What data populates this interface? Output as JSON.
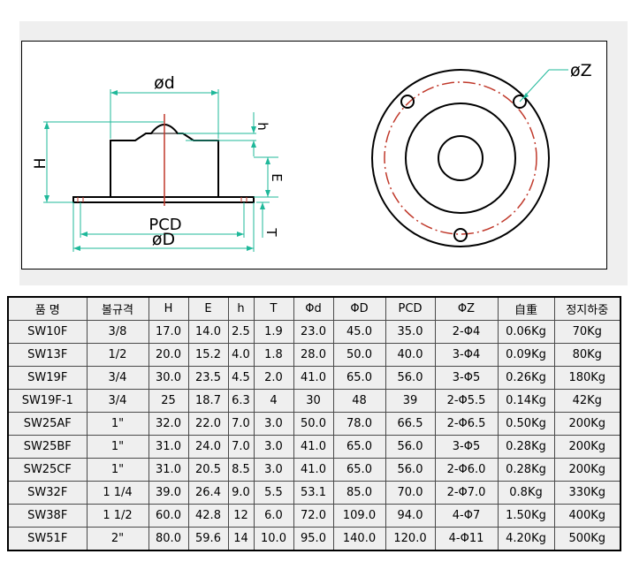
{
  "drawing": {
    "side_labels": {
      "d": "ød",
      "h_lower": "h",
      "H": "H",
      "E": "E",
      "PCD": "PCD",
      "D": "øD",
      "T": "T"
    },
    "top_labels": {
      "Z": "øZ"
    },
    "colors": {
      "dimension": "#1fb89a",
      "center": "#c0392b",
      "outline": "#000000",
      "holes": "#c0392b"
    }
  },
  "table": {
    "headers": [
      "품 명",
      "볼규격",
      "H",
      "E",
      "h",
      "T",
      "Φd",
      "ΦD",
      "PCD",
      "ΦZ",
      "自重",
      "정지하중"
    ],
    "rows": [
      [
        "SW10F",
        "3/8",
        "17.0",
        "14.0",
        "2.5",
        "1.9",
        "23.0",
        "45.0",
        "35.0",
        "2-Φ4",
        "0.06Kg",
        "70Kg"
      ],
      [
        "SW13F",
        "1/2",
        "20.0",
        "15.2",
        "4.0",
        "1.8",
        "28.0",
        "50.0",
        "40.0",
        "3-Φ4",
        "0.09Kg",
        "80Kg"
      ],
      [
        "SW19F",
        "3/4",
        "30.0",
        "23.5",
        "4.5",
        "2.0",
        "41.0",
        "65.0",
        "56.0",
        "3-Φ5",
        "0.26Kg",
        "180Kg"
      ],
      [
        "SW19F-1",
        "3/4",
        "25",
        "18.7",
        "6.3",
        "4",
        "30",
        "48",
        "39",
        "2-Φ5.5",
        "0.14Kg",
        "42Kg"
      ],
      [
        "SW25AF",
        "1\"",
        "32.0",
        "22.0",
        "7.0",
        "3.0",
        "50.0",
        "78.0",
        "66.5",
        "2-Φ6.5",
        "0.50Kg",
        "200Kg"
      ],
      [
        "SW25BF",
        "1\"",
        "31.0",
        "24.0",
        "7.0",
        "3.0",
        "41.0",
        "65.0",
        "56.0",
        "3-Φ5",
        "0.28Kg",
        "200Kg"
      ],
      [
        "SW25CF",
        "1\"",
        "31.0",
        "20.5",
        "8.5",
        "3.0",
        "41.0",
        "65.0",
        "56.0",
        "2-Φ6.0",
        "0.28Kg",
        "200Kg"
      ],
      [
        "SW32F",
        "1 1/4",
        "39.0",
        "26.4",
        "9.0",
        "5.5",
        "53.1",
        "85.0",
        "70.0",
        "2-Φ7.0",
        "0.8Kg",
        "330Kg"
      ],
      [
        "SW38F",
        "1 1/2",
        "60.0",
        "42.8",
        "12",
        "6.0",
        "72.0",
        "109.0",
        "94.0",
        "4-Φ7",
        "1.50Kg",
        "400Kg"
      ],
      [
        "SW51F",
        "2\"",
        "80.0",
        "59.6",
        "14",
        "10.0",
        "95.0",
        "140.0",
        "120.0",
        "4-Φ11",
        "4.20Kg",
        "500Kg"
      ]
    ]
  }
}
